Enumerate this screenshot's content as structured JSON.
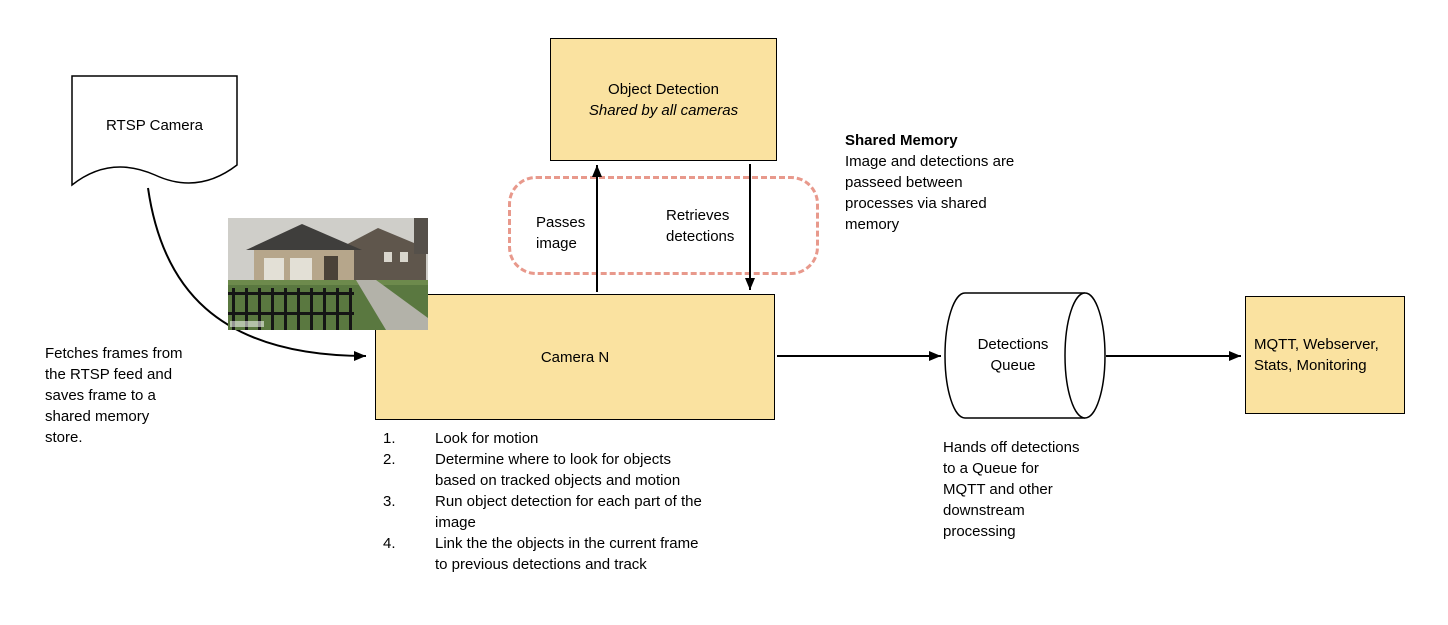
{
  "colors": {
    "box_fill": "#fae2a0",
    "dashed_border": "#e8998c",
    "line": "#000000"
  },
  "rtsp": {
    "label": "RTSP Camera"
  },
  "fetch_note": "Fetches frames from\nthe RTSP feed and\nsaves frame to a\nshared memory\nstore.",
  "object_detection": {
    "title": "Object Detection",
    "subtitle": "Shared by all cameras"
  },
  "shared_memory": {
    "title": "Shared Memory",
    "body": "Image and detections are\npasseed between\nprocesses via shared\nmemory"
  },
  "flow_labels": {
    "passes_image": "Passes\nimage",
    "retrieves_detections": "Retrieves\ndetections"
  },
  "camera_n": {
    "label": "Camera N",
    "steps": [
      {
        "num": "1.",
        "text": "Look for motion"
      },
      {
        "num": "2.",
        "text": "Determine where to look for objects\nbased on tracked objects and motion"
      },
      {
        "num": "3.",
        "text": "Run object detection for each part of the\nimage"
      },
      {
        "num": "4.",
        "text": "Link the the objects in the current frame\nto previous detections and track"
      }
    ]
  },
  "queue": {
    "label": "Detections\nQueue",
    "note": "Hands off detections\nto a Queue for\nMQTT and other\ndownstream\nprocessing"
  },
  "outputs": {
    "label": "MQTT, Webserver,\nStats, Monitoring"
  }
}
